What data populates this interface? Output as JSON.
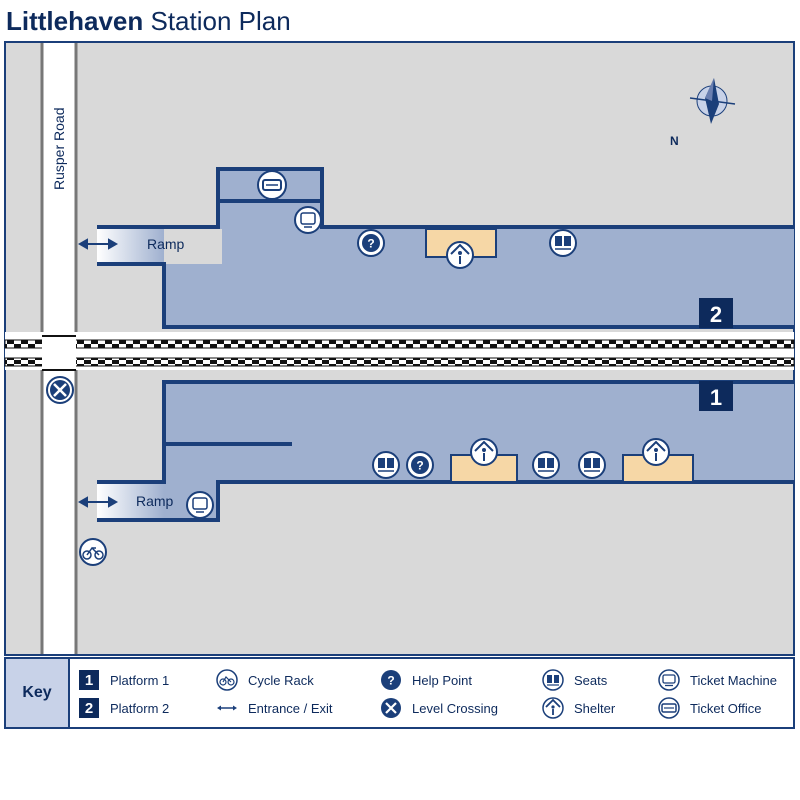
{
  "title": {
    "bold": "Littlehaven",
    "rest": "Station Plan"
  },
  "road_label": "Rusper Road",
  "compass_label": "N",
  "ramp_labels": [
    "Ramp",
    "Ramp"
  ],
  "platforms": [
    {
      "number": "2"
    },
    {
      "number": "1"
    }
  ],
  "key": {
    "label": "Key",
    "items": [
      {
        "icon": "platform-1-icon",
        "label": "Platform 1",
        "symbol": "1"
      },
      {
        "icon": "platform-2-icon",
        "label": "Platform 2",
        "symbol": "2"
      },
      {
        "icon": "cycle-rack-icon",
        "label": "Cycle Rack"
      },
      {
        "icon": "entrance-exit-icon",
        "label": "Entrance / Exit"
      },
      {
        "icon": "help-point-icon",
        "label": "Help Point"
      },
      {
        "icon": "level-crossing-icon",
        "label": "Level Crossing"
      },
      {
        "icon": "seats-icon",
        "label": "Seats"
      },
      {
        "icon": "shelter-icon",
        "label": "Shelter"
      },
      {
        "icon": "ticket-machine-icon",
        "label": "Ticket Machine"
      },
      {
        "icon": "ticket-office-icon",
        "label": "Ticket Office"
      }
    ]
  },
  "colors": {
    "navy": "#1b3f7a",
    "platform_fill": "#9fb0cf",
    "ground": "#d9d9d9",
    "shelter": "#f6d7a6"
  }
}
